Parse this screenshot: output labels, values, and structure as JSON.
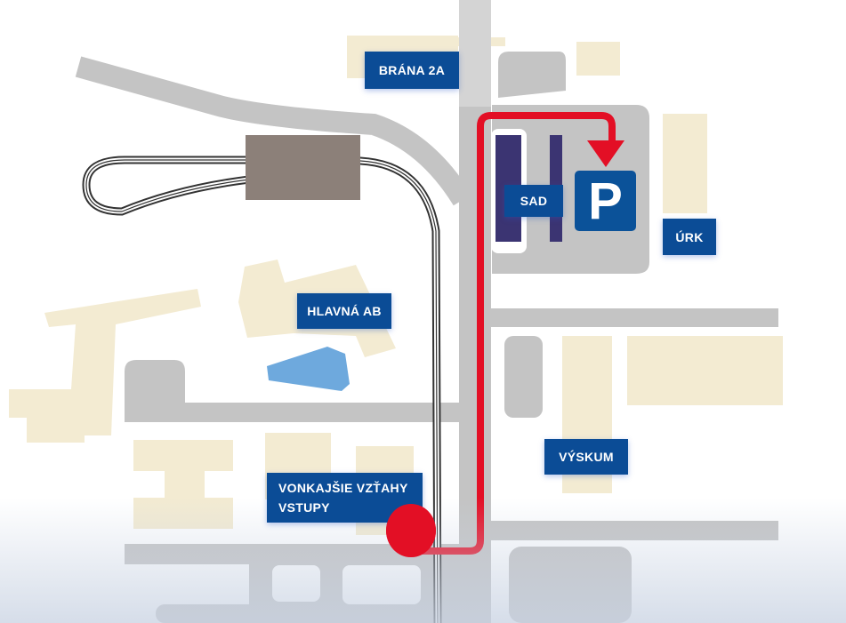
{
  "map": {
    "labels": {
      "brana": "BRÁNA 2A",
      "sad": "SAD",
      "urk": "ÚRK",
      "hlavna": "HLAVNÁ AB",
      "vyskum": "VÝSKUM",
      "vonkajsie_line1": "VONKAJŠIE VZŤAHY",
      "vonkajsie_line2": "VSTUPY"
    },
    "parking_sign": "P",
    "colors": {
      "road": "#c4c4c4",
      "building": "#f3ebd2",
      "label": "#0b4c96",
      "route": "#e30f25",
      "station": "#8c8079",
      "water": "#6ea9dd",
      "bus_platform": "#3b3472"
    }
  }
}
